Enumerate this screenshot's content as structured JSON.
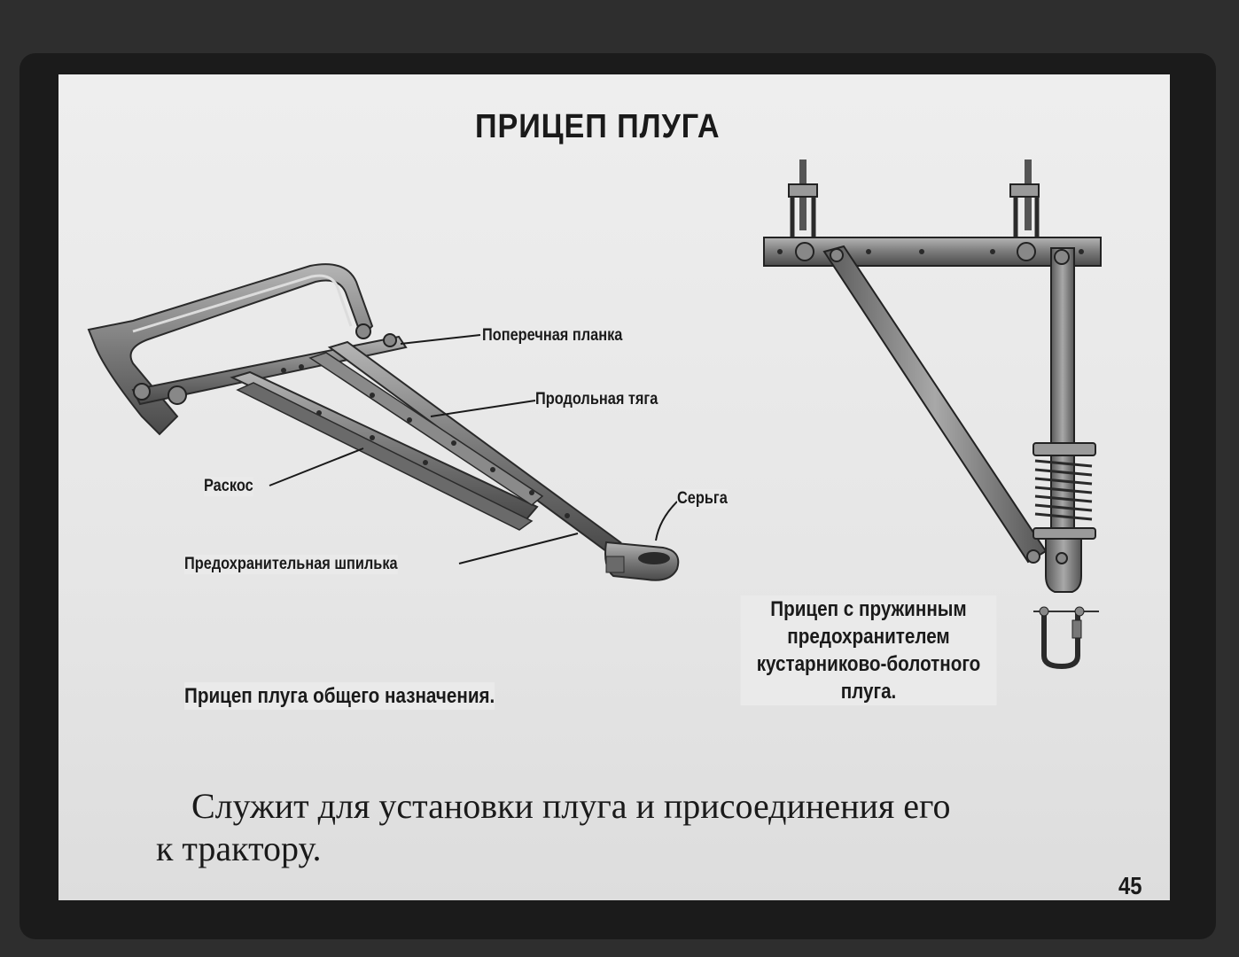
{
  "title": "ПРИЦЕП ПЛУГА",
  "left_diagram": {
    "callouts": {
      "cross_bar": "Поперечная планка",
      "longitudinal_rod": "Продольная тяга",
      "brace": "Раскос",
      "shackle": "Серьга",
      "safety_pin": "Предохранительная шпилька"
    },
    "caption": "Прицеп плуга общего назначения."
  },
  "right_diagram": {
    "caption_lines": [
      "Прицеп с пружинным",
      "предохранителем",
      "кустарниково-болотного",
      "плуга."
    ]
  },
  "description": {
    "line1": "Служит для установки плуга и присоединения его",
    "line2": "к трактору."
  },
  "page_number": "45",
  "colors": {
    "slide_bg": "#e9e9e9",
    "frame": "#1b1b1b",
    "metal_dark": "#4a4a4a",
    "metal_light": "#9a9a9a"
  }
}
